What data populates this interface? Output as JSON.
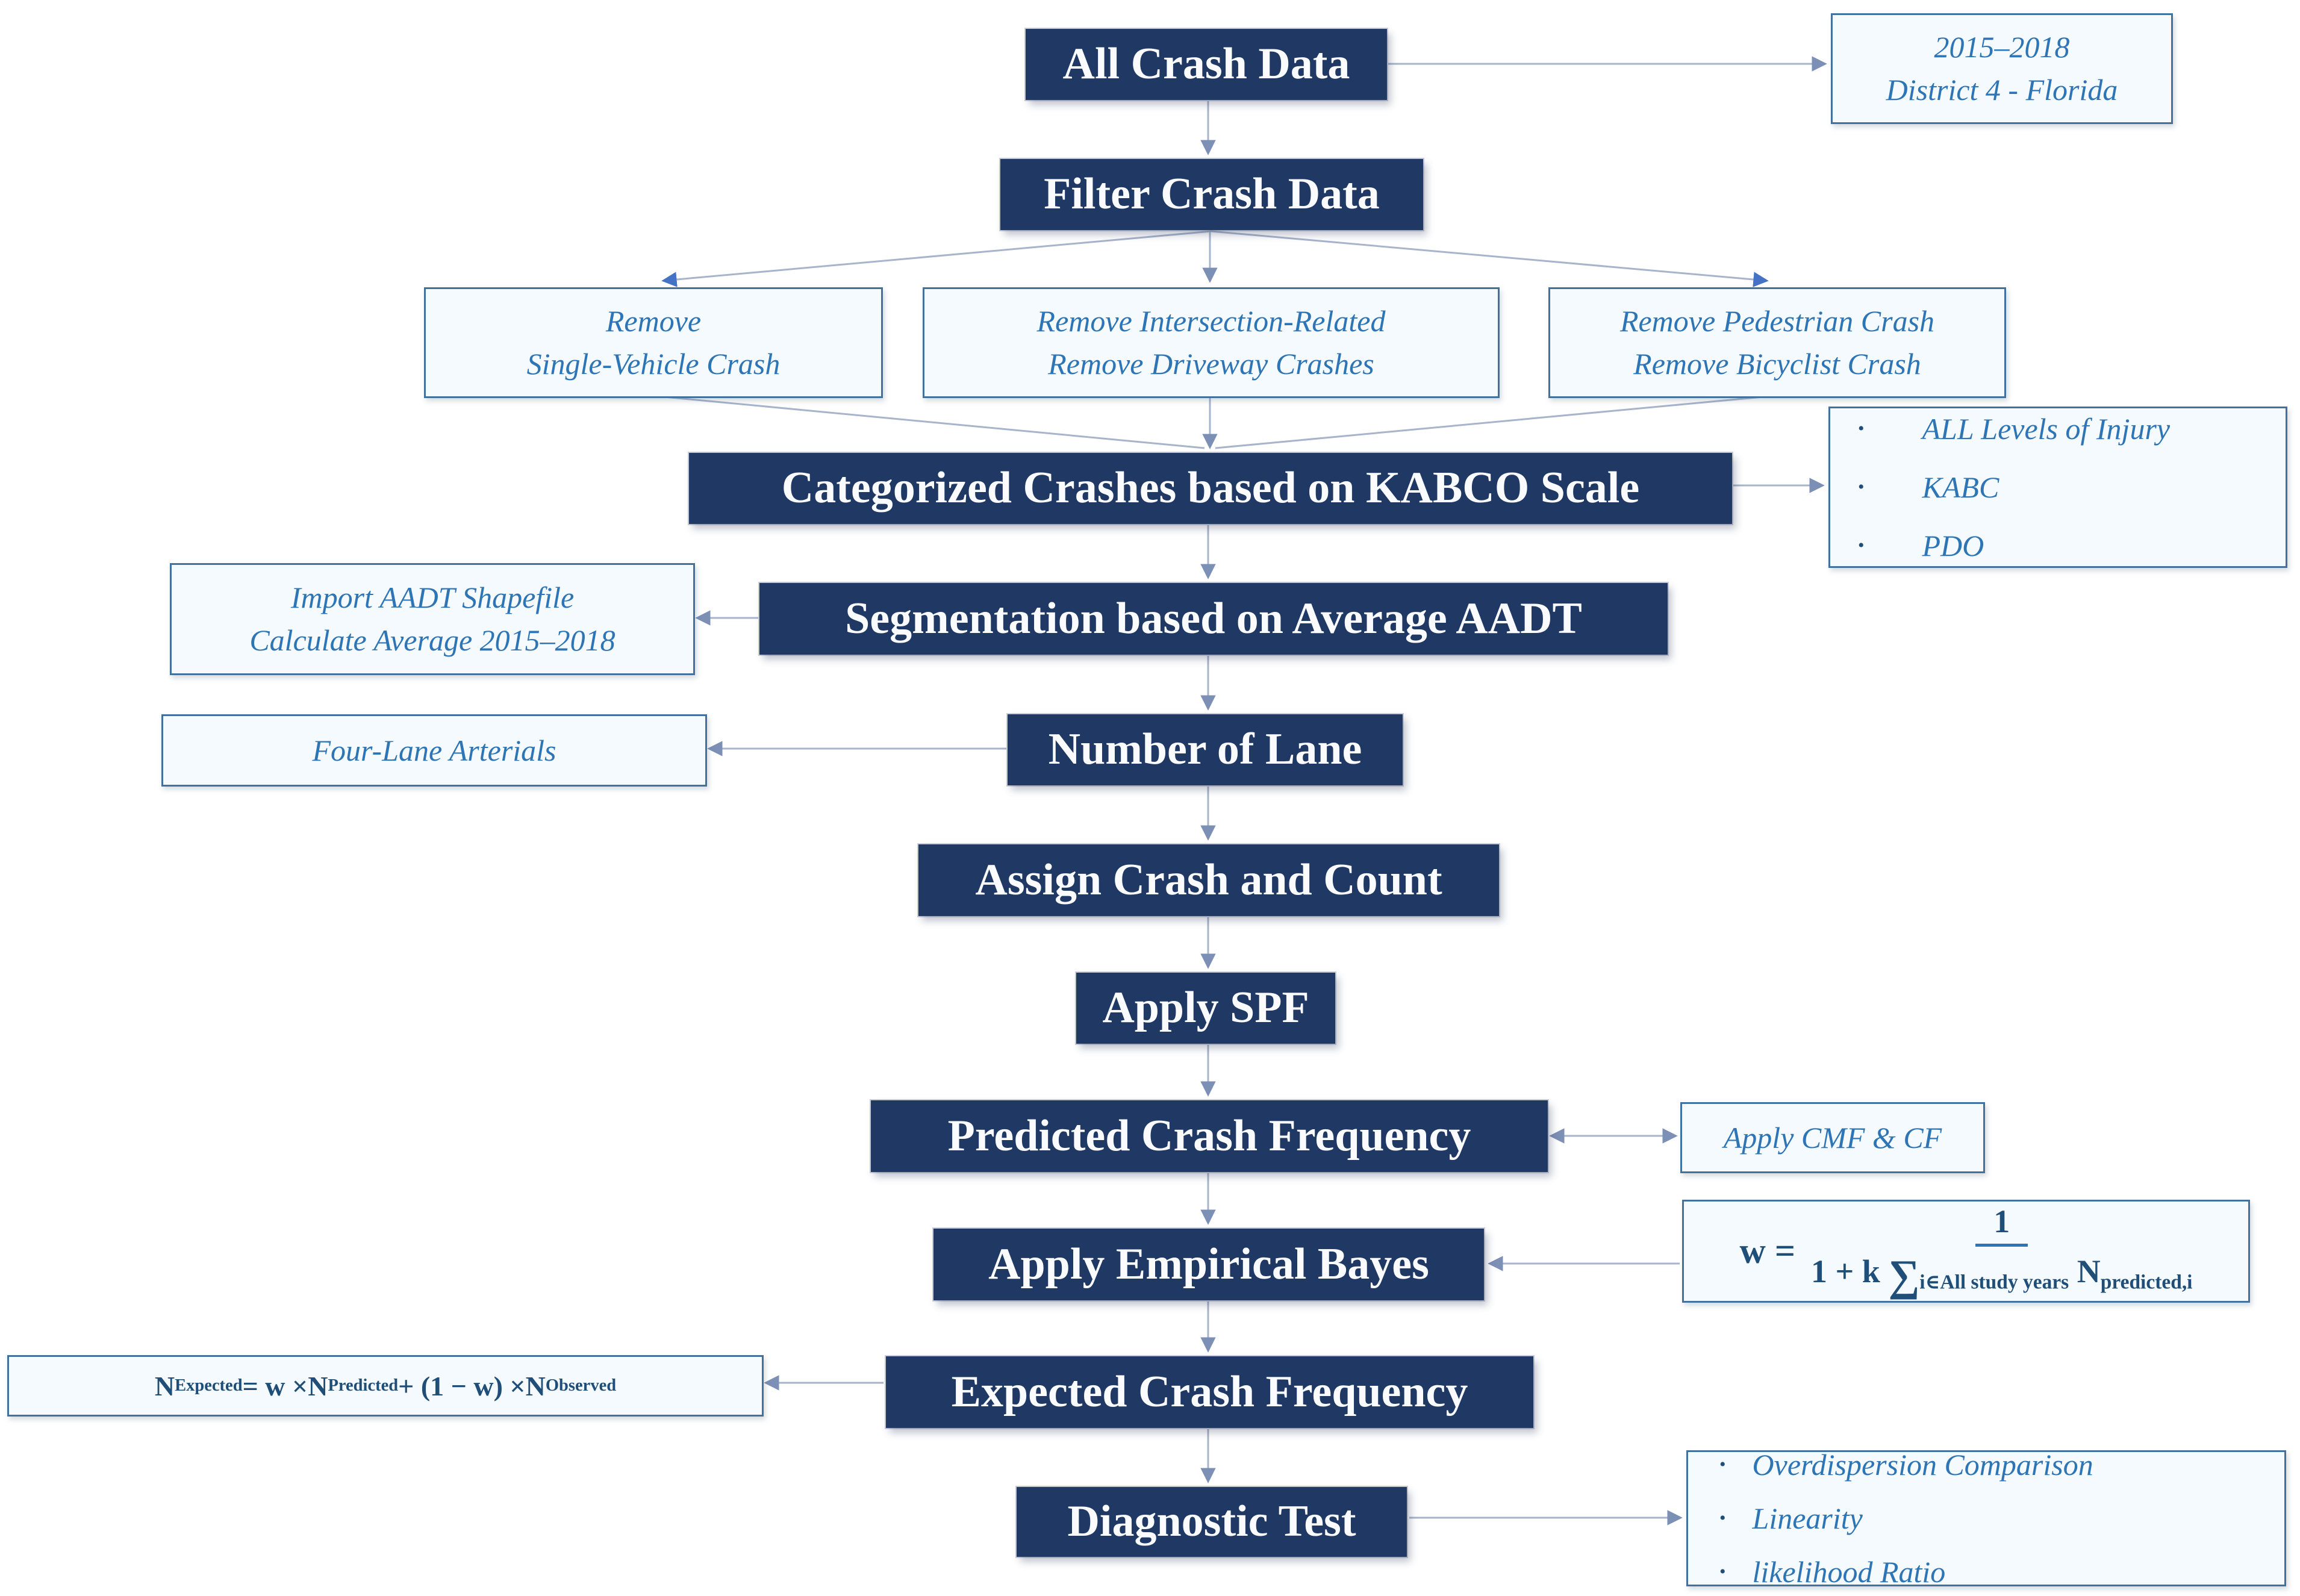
{
  "palette": {
    "navy_fill": "#1F3864",
    "note_border": "#41719C",
    "note_text": "#2E75B6",
    "formula_text": "#1F4E79",
    "connector_line": "#A7B4CB",
    "arrow_gray": "#7C8FB5",
    "arrow_blue": "#4472C4"
  },
  "nodes": {
    "all_crash_data": "All Crash Data",
    "filter_crash_data": "Filter Crash Data",
    "kabco": "Categorized Crashes based on KABCO Scale",
    "segmentation": "Segmentation based on Average AADT",
    "number_of_lane": "Number of Lane",
    "assign_crash": "Assign Crash and Count",
    "apply_spf": "Apply SPF",
    "predicted": "Predicted Crash Frequency",
    "apply_eb": "Apply Empirical Bayes",
    "expected": "Expected Crash Frequency",
    "diagnostic": "Diagnostic Test"
  },
  "notes": {
    "period": {
      "line1": "2015–2018",
      "line2": "District 4 - Florida"
    },
    "filter_left": {
      "line1": "Remove",
      "line2": "Single-Vehicle Crash"
    },
    "filter_middle": {
      "line1": "Remove Intersection-Related",
      "line2": "Remove Driveway Crashes"
    },
    "filter_right": {
      "line1": "Remove Pedestrian Crash",
      "line2": "Remove Bicyclist Crash"
    },
    "kabco_bullets": {
      "items": [
        "ALL Levels of Injury",
        "KABC",
        "PDO"
      ]
    },
    "aadt": {
      "line1": "Import AADT Shapefile",
      "line2": "Calculate Average 2015–2018"
    },
    "four_lane": "Four-Lane Arterials",
    "cmf": "Apply CMF & CF",
    "diagnostic_bullets": {
      "items": [
        "Overdispersion Comparison",
        "Linearity",
        "likelihood Ratio"
      ]
    }
  },
  "formulas": {
    "weight": {
      "lhs": "w =",
      "numerator": "1",
      "den_prefix": "1 + k ",
      "sigma": "∑",
      "sigma_sub": "i∈All study years",
      "n": " N",
      "n_sub": "predicted,i"
    },
    "expected": {
      "n1": "N",
      "s1": "Expected",
      "op1": " = w × ",
      "n2": "N",
      "s2": "Predicted",
      "op2": " + (1 − w) × ",
      "n3": "N",
      "s3": "Observed"
    }
  }
}
